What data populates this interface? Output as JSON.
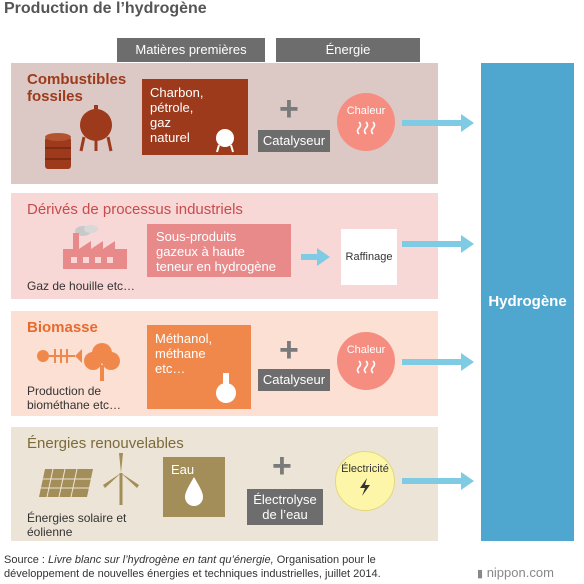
{
  "title": "Production de l’hydrogène",
  "headers": {
    "raw": "Matières premières",
    "energy": "Énergie"
  },
  "rows": [
    {
      "title_line1": "Combustibles",
      "title_line2": "fossiles",
      "material": [
        "Charbon,",
        "pétrole,",
        "gaz",
        "naturel"
      ],
      "process": "Catalyseur",
      "energy": "Chaleur"
    },
    {
      "title": "Dérivés de processus industriels",
      "material": [
        "Sous-produits",
        "gazeux à haute",
        "teneur en hydrogène"
      ],
      "caption": "Gaz de houille etc…",
      "process": "Raffinage"
    },
    {
      "title": "Biomasse",
      "material": [
        "Méthanol,",
        "méthane",
        "etc…"
      ],
      "caption_line1": "Production de",
      "caption_line2": "biométhane etc…",
      "process": "Catalyseur",
      "energy": "Chaleur"
    },
    {
      "title": "Énergies renouvelables",
      "material": [
        "Eau"
      ],
      "caption_line1": "Énergies solaire et",
      "caption_line2": "éolienne",
      "process_line1": "Électrolyse",
      "process_line2": "de l’eau",
      "energy": "Électricité"
    }
  ],
  "output": "Hydrogène",
  "source": {
    "prefix": "Source : ",
    "italic": "Livre blanc sur l’hydrogène en tant qu’énergie,",
    "rest_line1": " Organisation pour le",
    "line2": "développement de nouvelles énergies et techniques industrielles, juillet 2014."
  },
  "brand": "nippon.com",
  "icons": [
    "oil-barrel-icon",
    "gas-tank-icon",
    "factory-icon",
    "fish-bone-icon",
    "tree-icon",
    "flask-icon",
    "solar-panel-icon",
    "wind-turbine-icon",
    "water-drop-icon",
    "heat-wave-icon",
    "lightning-icon"
  ],
  "colors": {
    "fossil_bg": "#dcc8c5",
    "fossil_title": "#9d3a1c",
    "fossil_box": "#9d3a1c",
    "industry_bg": "#f8d7d7",
    "industry_title": "#c84b4b",
    "industry_box": "#e98a8a",
    "bio_bg": "#fce0d4",
    "bio_title": "#e86a2e",
    "bio_box": "#f0884c",
    "renew_bg": "#ece4d6",
    "renew_title": "#7c6a3a",
    "renew_box": "#a38d59",
    "hydrogen": "#4fa6cf",
    "arrow": "#7fcbe3",
    "heat_circle": "#f58d81",
    "elec_circle": "#fdf6a8"
  }
}
